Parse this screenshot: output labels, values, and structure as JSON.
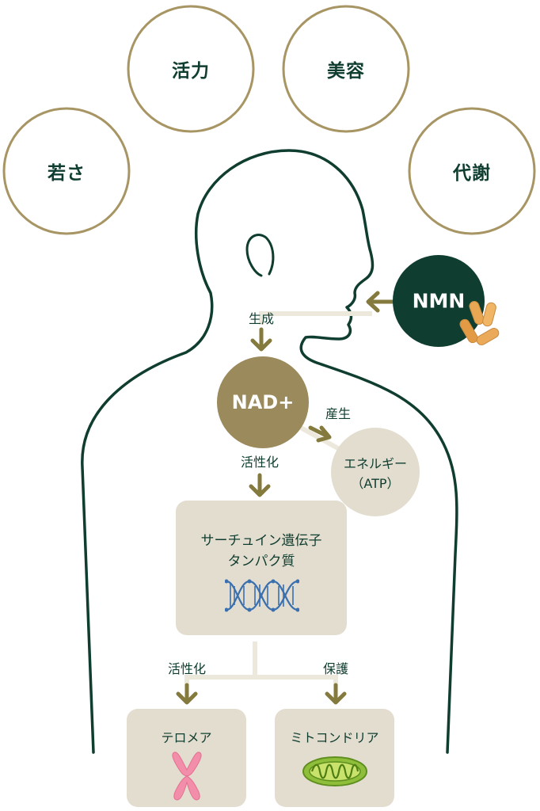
{
  "benefits": [
    "若さ",
    "活力",
    "美容",
    "代謝"
  ],
  "nmn": {
    "label": "NMN",
    "capsule_icon": "capsule-icon"
  },
  "nad": {
    "label": "NAD+"
  },
  "arrows": {
    "generate": "生成",
    "produce": "産生",
    "activate_1": "活性化",
    "activate_2": "活性化",
    "protect": "保護"
  },
  "energy": {
    "line1": "エネルギー",
    "line2": "（ATP）"
  },
  "sirtuin": {
    "line1": "サーチュイン遺伝子",
    "line2": "タンパク質",
    "icon": "dna-icon"
  },
  "telomere": {
    "label": "テロメア",
    "icon": "chromosome-icon"
  },
  "mitochondria": {
    "label": "ミトコンドリア",
    "icon": "mitochondria-icon"
  },
  "colors": {
    "dark_green": "#0f3d30",
    "gold": "#a89564",
    "nad_gold": "#9b8a5c",
    "box_beige": "#e2ddcf",
    "arrow_olive": "#857a3e",
    "dna_blue": "#3a6fb0",
    "chromosome_pink": "#f28ea9",
    "mito_green": "#8fbf3a"
  }
}
